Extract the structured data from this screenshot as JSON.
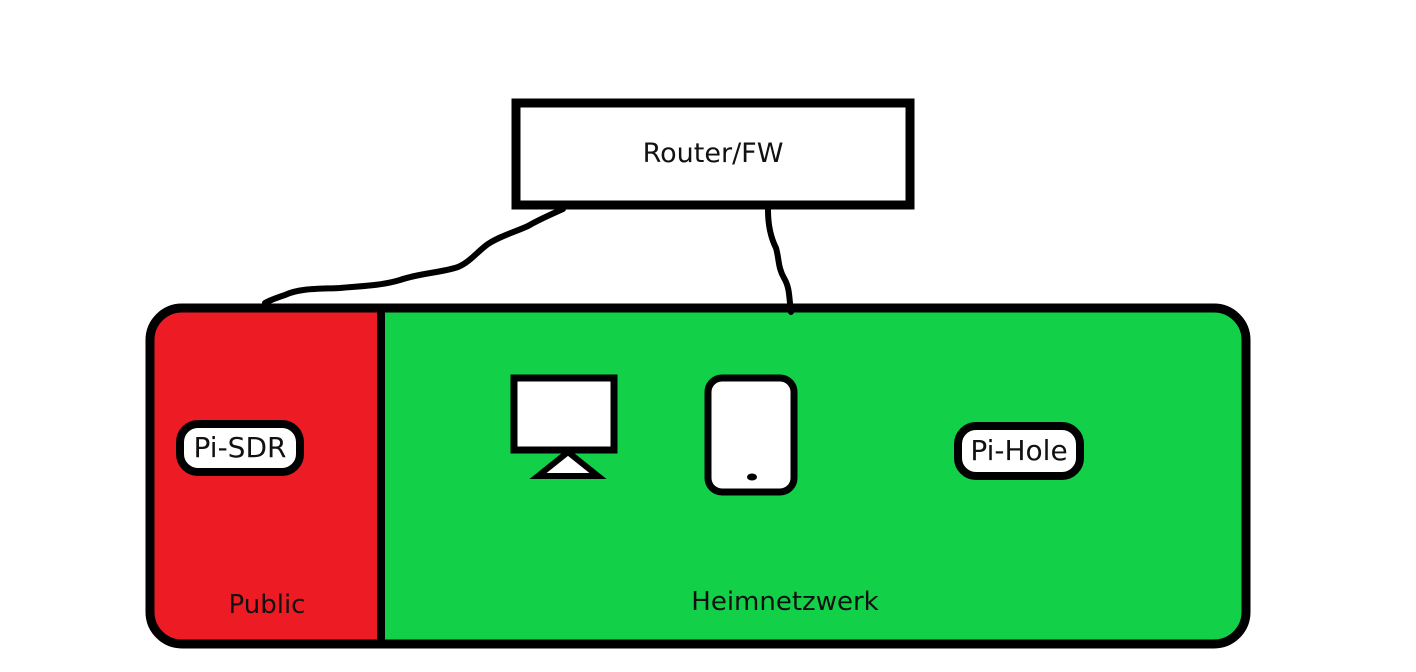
{
  "diagram": {
    "router": {
      "label": "Router/FW"
    },
    "zones": {
      "public": {
        "label": "Public",
        "color": "#ed1c24"
      },
      "home": {
        "label": "Heimnetzwerk",
        "color": "#12d047"
      }
    },
    "nodes": {
      "pi_sdr": {
        "label": "Pi-SDR"
      },
      "pi_hole": {
        "label": "Pi-Hole"
      }
    },
    "icons": [
      "monitor-icon",
      "smartphone-icon"
    ],
    "colors": {
      "outline": "#000000",
      "fill": "#ffffff"
    }
  }
}
